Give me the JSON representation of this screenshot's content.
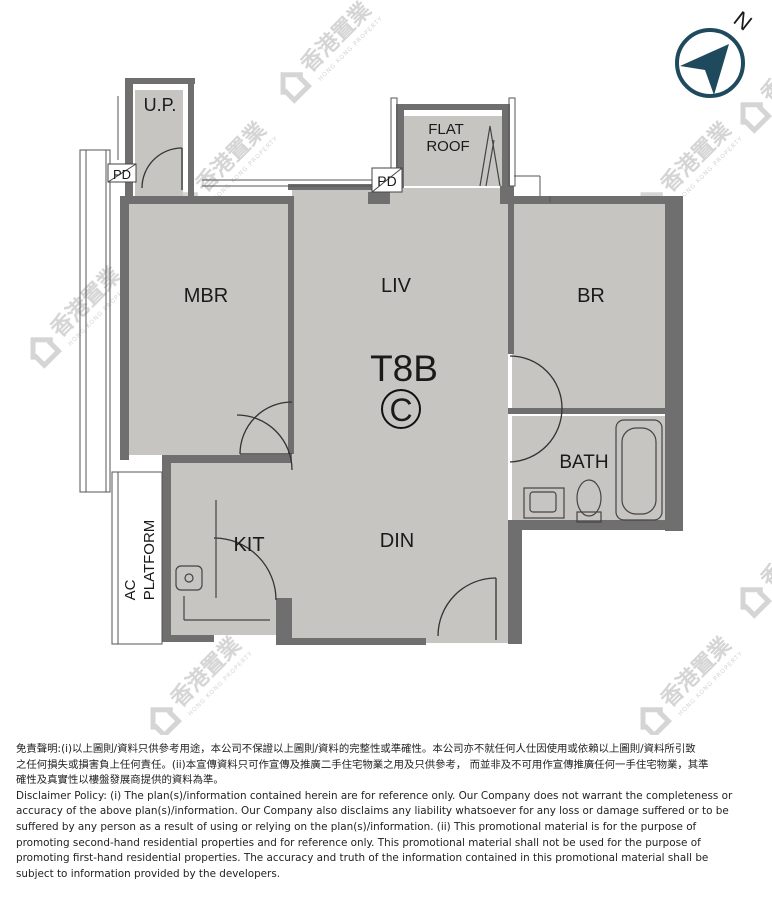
{
  "plan": {
    "unit_title": "T8B",
    "unit_badge": "C",
    "rooms": {
      "mbr": "MBR",
      "liv": "LIV",
      "br": "BR",
      "bath": "BATH",
      "kit": "KIT",
      "din": "DIN",
      "up": "U.P.",
      "flat_roof_line1": "FLAT",
      "flat_roof_line2": "ROOF",
      "ac_line1": "AC",
      "ac_line2": "PLATFORM",
      "pd": "PD"
    },
    "north_label": "N"
  },
  "watermark": {
    "text": "香港置業",
    "subtext": "HONG KONG PROPERTY"
  },
  "colors": {
    "room_fill": "#c7c5c1",
    "wall": "#6f6f6f",
    "accent": "#1f4a5e"
  },
  "disclaimer": {
    "zh_line1": "免責聲明:(i)以上圖則/資料只供參考用途，本公司不保證以上圖則/資料的完整性或準確性。本公司亦不就任何人仕因使用或依賴以上圖則/資料所引致",
    "zh_line2": "之任何損失或損害負上任何責任。(ii)本宣傳資料只可作宣傳及推廣二手住宅物業之用及只供參考， 而並非及不可用作宣傳推廣任何一手住宅物業，其準",
    "zh_line3": "確性及真實性以樓盤發展商提供的資料為準。",
    "en_line1": "Disclaimer Policy: (i) The plan(s)/information contained herein are for reference only. Our Company does not warrant the completeness or",
    "en_line2": "accuracy of the above plan(s)/information. Our Company also disclaims any liability whatsoever for any loss or damage suffered or to be",
    "en_line3": "suffered by any person as a result of using or relying on the plan(s)/information. (ii) This promotional material is for the purpose of",
    "en_line4": "promoting second-hand residential properties and for reference only. This promotional material shall not be used for the purpose of",
    "en_line5": "promoting first-hand residential properties. The accuracy and truth of the information contained in this promotional material shall be",
    "en_line6": "subject to information provided by the developers."
  }
}
